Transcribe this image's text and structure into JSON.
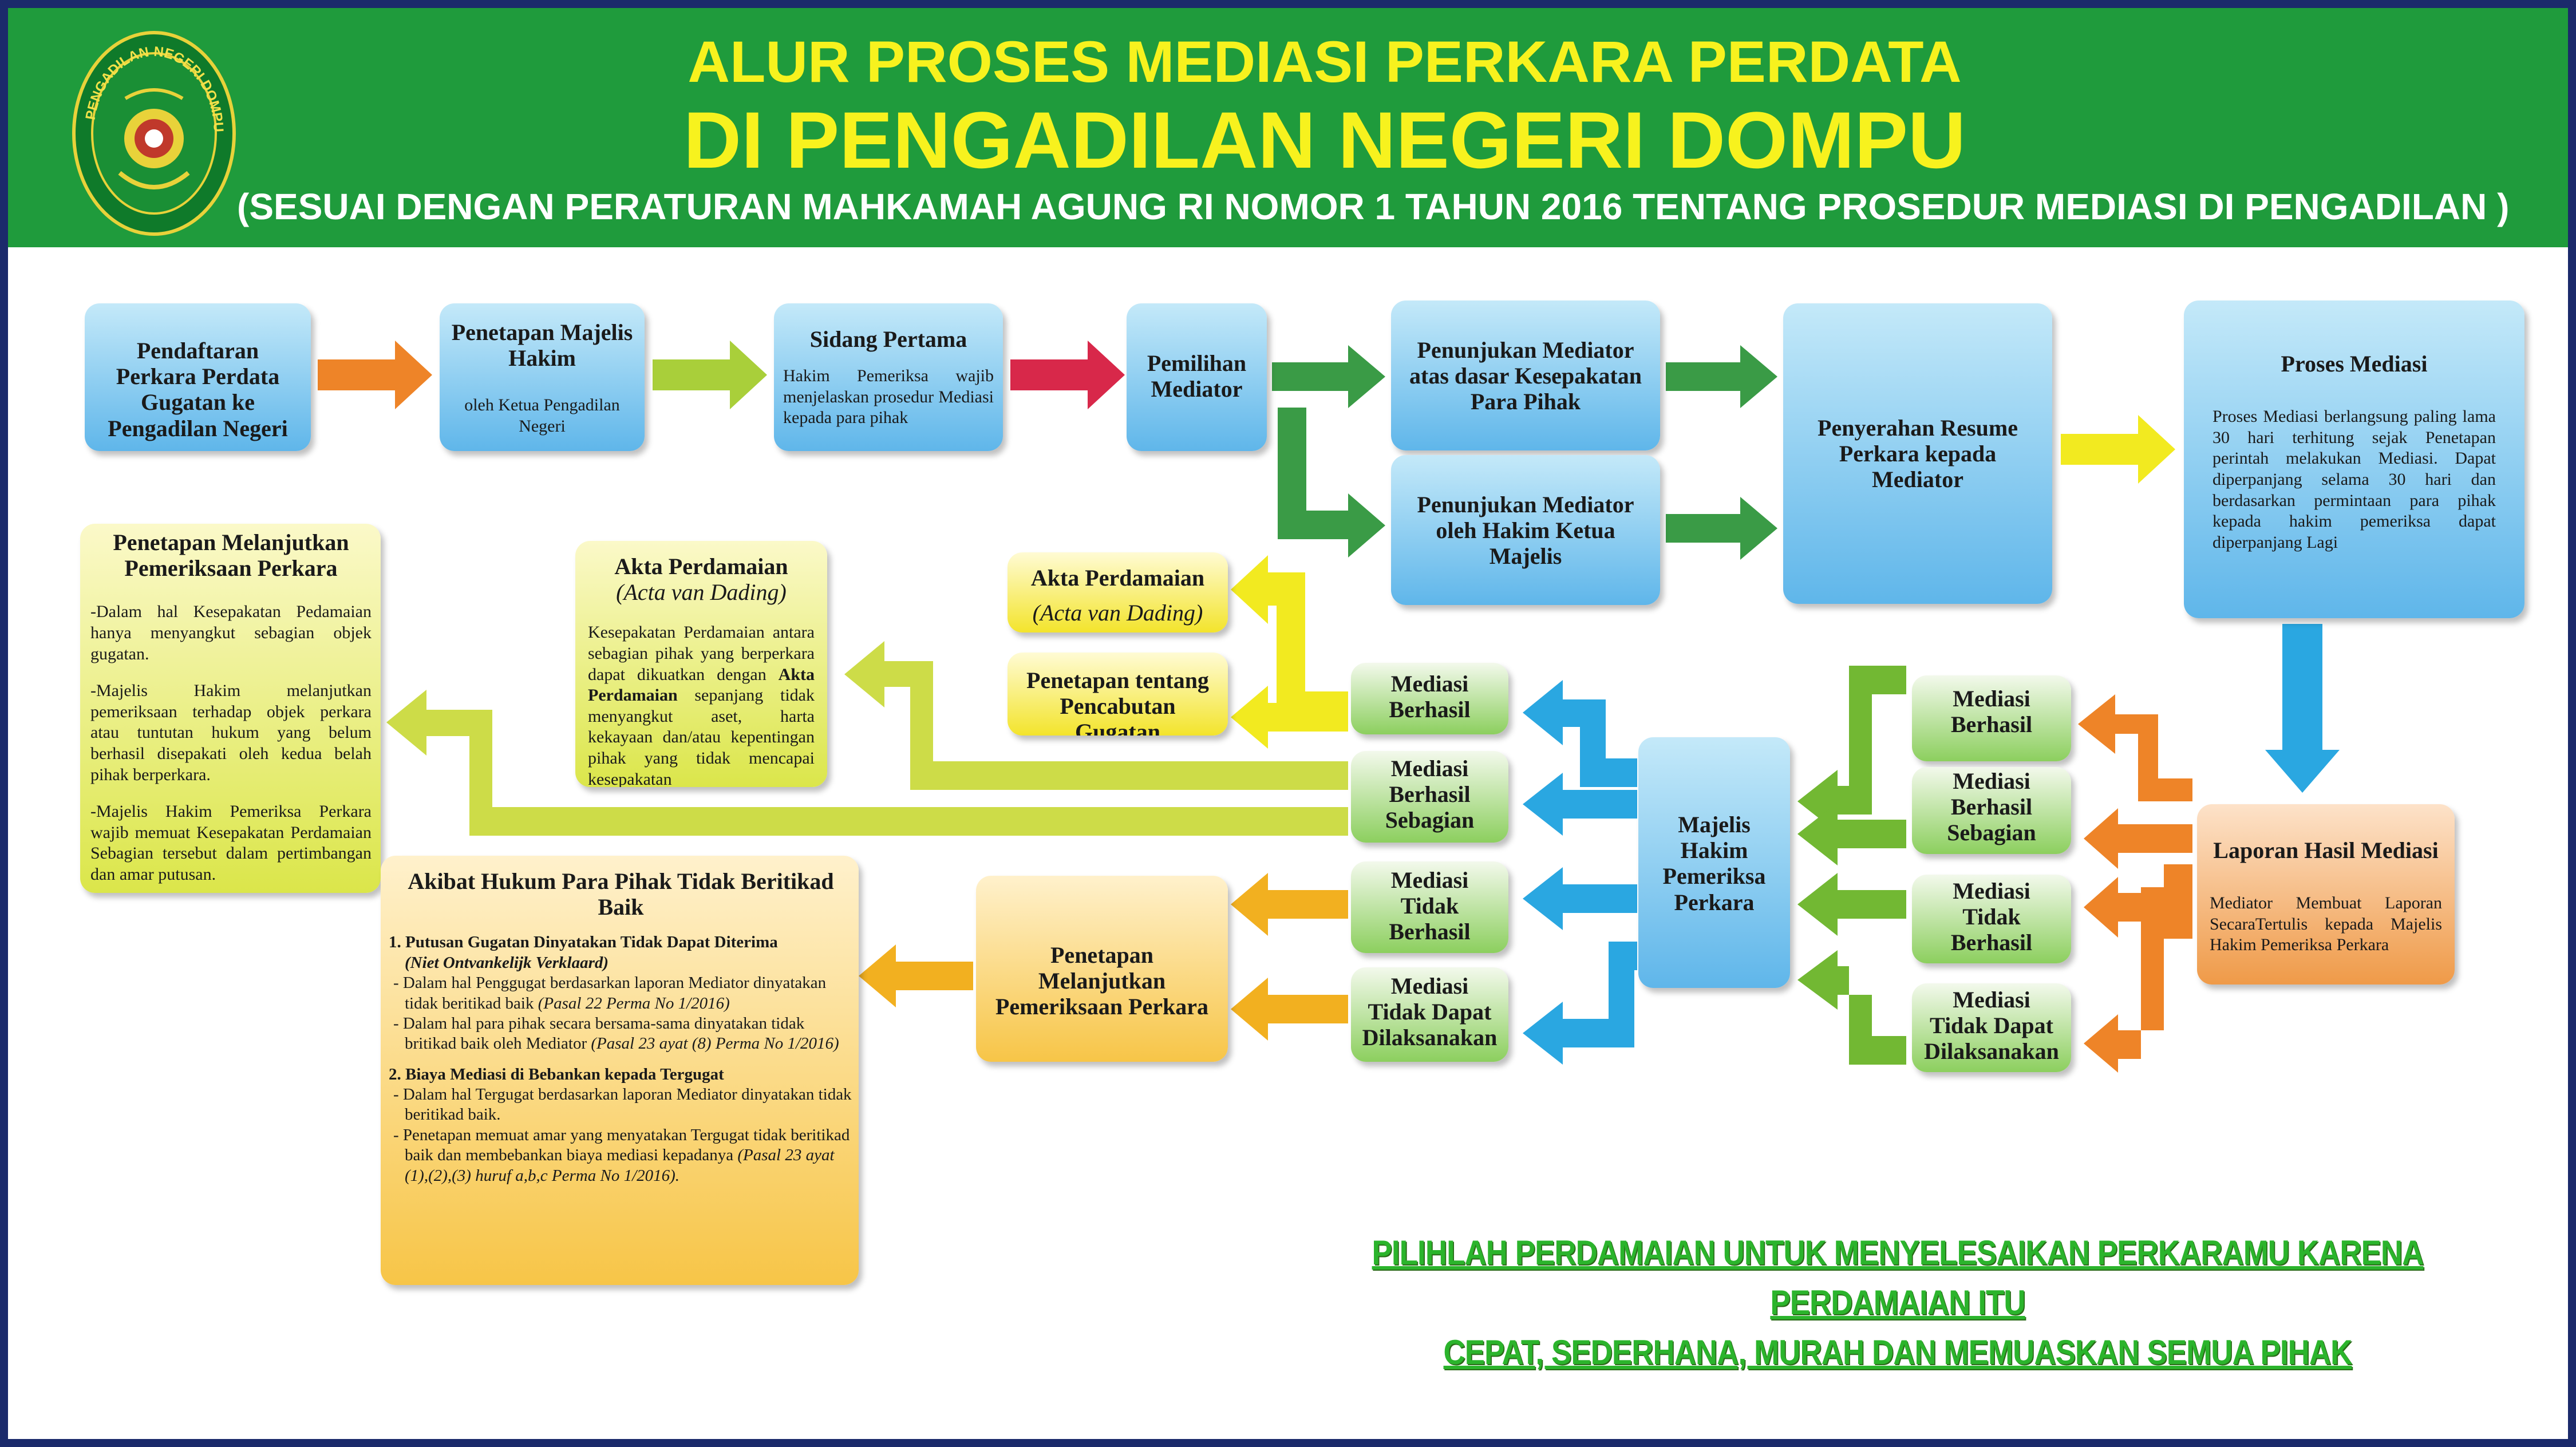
{
  "colors": {
    "header_green": "#1f9b3c",
    "title_yellow": "#f7f21e",
    "frame_navy": "#1b2a6b",
    "arrow_orange": "#ee8428",
    "arrow_lime": "#a9cf3a",
    "arrow_red": "#d8284a",
    "arrow_green": "#3a9b46",
    "arrow_yellow": "#f2ea20",
    "arrow_blue": "#2aa7e1",
    "arrow_leaf": "#72b833",
    "arrow_gold": "#f2b020",
    "arrow_olive": "#cddc48"
  },
  "logo": {
    "icon": "court-seal-logo",
    "text": "PENGADILAN NEGERI DOMPU"
  },
  "header": {
    "title_line1": "ALUR PROSES MEDIASI PERKARA PERDATA",
    "title_line2": "DI PENGADILAN NEGERI DOMPU",
    "subtitle": "(SESUAI DENGAN PERATURAN MAHKAMAH AGUNG RI NOMOR 1 TAHUN 2016 TENTANG PROSEDUR MEDIASI DI PENGADILAN )"
  },
  "steps": {
    "pendaftaran": "Pendaftaran Perkara Perdata Gugatan ke Pengadilan Negeri",
    "penetapan_majelis": {
      "title": "Penetapan Majelis Hakim",
      "note": "oleh Ketua Pengadilan Negeri"
    },
    "sidang_pertama": {
      "title": "Sidang Pertama",
      "note": "Hakim Pemeriksa wajib menjelaskan prosedur Mediasi kepada para pihak"
    },
    "pemilihan_mediator": "Pemilihan Mediator",
    "penunjukan_kesepakatan": "Penunjukan Mediator atas dasar Kesepakatan Para Pihak",
    "penunjukan_hakim": "Penunjukan Mediator oleh Hakim Ketua Majelis",
    "penyerahan_resume": "Penyerahan Resume Perkara kepada Mediator",
    "proses_mediasi": {
      "title": "Proses Mediasi",
      "note": "Proses Mediasi berlangsung paling lama 30 hari terhitung sejak Penetapan perintah melakukan Mediasi. Dapat diperpanjang selama 30 hari dan berdasarkan permintaan para pihak kepada hakim pemeriksa dapat diperpanjang Lagi"
    },
    "laporan_hasil": {
      "title": "Laporan Hasil Mediasi",
      "note": "Mediator Membuat Laporan SecaraTertulis kepada Majelis Hakim Pemeriksa Perkara"
    },
    "majelis_pemeriksa": "Majelis Hakim Pemeriksa Perkara"
  },
  "outcomes_right": [
    "Mediasi Berhasil",
    "Mediasi Berhasil Sebagian",
    "Mediasi Tidak Berhasil",
    "Mediasi Tidak Dapat Dilaksanakan"
  ],
  "outcomes_left": [
    "Mediasi Berhasil",
    "Mediasi Berhasil Sebagian",
    "Mediasi Tidak Berhasil",
    "Mediasi Tidak Dapat Dilaksanakan"
  ],
  "akta_small": {
    "title": "Akta Perdamaian",
    "subtitle": "(Acta van Dading)"
  },
  "pencabutan": "Penetapan tentang Pencabutan Gugatan",
  "akta_big": {
    "title": "Akta Perdamaian",
    "subtitle": "(Acta van Dading)",
    "text_before": "Kesepakatan Perdamaian antara sebagian pihak yang berperkara dapat dikuatkan dengan ",
    "text_bold": "Akta Perdamaian",
    "text_after": " sepanjang tidak menyangkut aset, harta kekayaan dan/atau kepentingan pihak yang tidak mencapai kesepakatan"
  },
  "penetapan_lanjut_left": {
    "title": "Penetapan Melanjutkan Pemeriksaan Perkara",
    "p1": "-Dalam hal Kesepakatan Pedamaian hanya menyangkut sebagian objek gugatan.",
    "p2": "-Majelis Hakim melanjutkan pemeriksaan terhadap objek perkara atau tuntutan hukum yang belum berhasil disepakati oleh kedua belah pihak berperkara.",
    "p3": "-Majelis Hakim Pemeriksa Perkara wajib memuat Kesepakatan Perdamaian Sebagian tersebut dalam pertimbangan dan amar putusan."
  },
  "penetapan_lanjut_mid": "Penetapan Melanjutkan Pemeriksaan Perkara",
  "akibat_hukum": {
    "title": "Akibat Hukum Para Pihak Tidak Beritikad Baik",
    "s1_title": "1. Putusan Gugatan Dinyatakan Tidak Dapat Diterima",
    "s1_sub": "(Niet Ontvankelijk Verklaard)",
    "s1_b1": "Dalam hal Penggugat berdasarkan laporan Mediator dinyatakan tidak beritikad baik",
    "s1_b1_ref": "(Pasal 22 Perma No 1/2016)",
    "s1_b2": "Dalam hal para pihak secara bersama-sama dinyatakan tidak britikad baik oleh Mediator",
    "s1_b2_ref": "(Pasal 23 ayat (8) Perma No 1/2016)",
    "s2_title": "2. Biaya Mediasi di Bebankan kepada Tergugat",
    "s2_b1": "Dalam hal Tergugat berdasarkan laporan Mediator dinyatakan tidak beritikad baik.",
    "s2_b2": "Penetapan memuat amar yang menyatakan Tergugat tidak beritikad baik dan membebankan biaya mediasi kepadanya",
    "s2_b2_ref": "(Pasal 23 ayat (1),(2),(3) huruf a,b,c Perma No 1/2016)."
  },
  "slogan": {
    "line1": "PILIHLAH PERDAMAIAN UNTUK MENYELESAIKAN PERKARAMU KARENA PERDAMAIAN ITU",
    "line2": "CEPAT, SEDERHANA, MURAH DAN MEMUASKAN SEMUA PIHAK"
  }
}
